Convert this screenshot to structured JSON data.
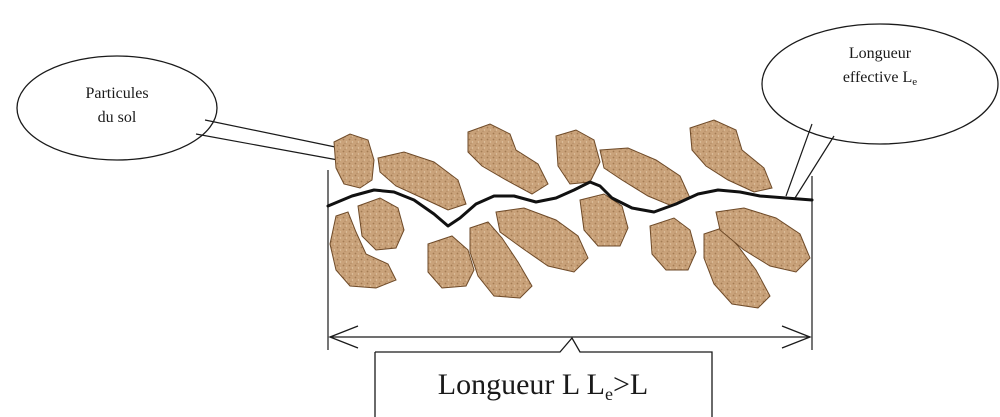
{
  "callouts": {
    "particles_line1": "Particules",
    "particles_line2": "du sol",
    "effective_line1": "Longueur",
    "effective_line2": "effective L",
    "effective_sub": "e"
  },
  "length_label": {
    "part1": "Longueur L L",
    "sub": "e",
    "part2": ">L"
  },
  "colors": {
    "particle_fill": "#c9a27a",
    "particle_dark": "#8a6038",
    "particle_light": "#e8d2b2",
    "line": "#111111"
  },
  "icons": [
    "soil-particle-shape",
    "effective-length-curve",
    "double-arrow"
  ]
}
